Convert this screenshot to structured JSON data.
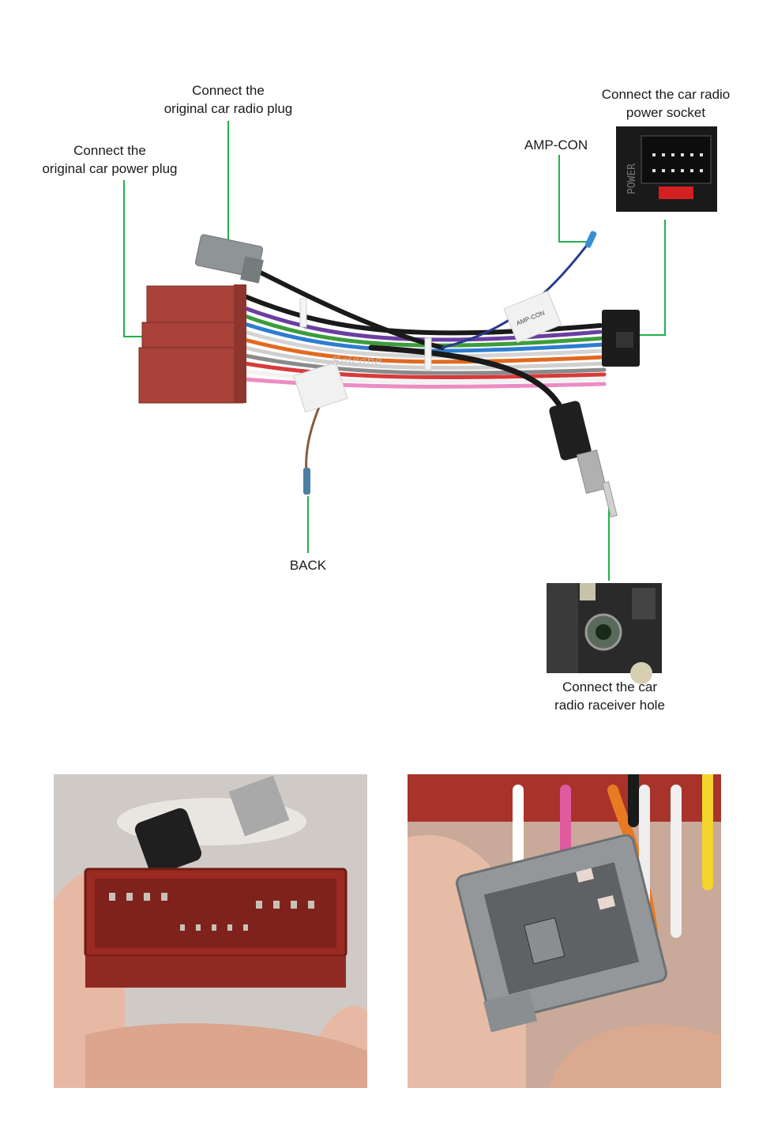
{
  "labels": {
    "radio_plug": "Connect the\noriginal car radio plug",
    "power_plug": "Connect the\noriginal car power plug",
    "amp_con": "AMP-CON",
    "power_socket": "Connect the car radio\npower socket",
    "back": "BACK",
    "receiver_hole": "Connect the  car\nradio raceiver hole"
  },
  "power_socket_imprint": "POWER",
  "watermark": "Seicane",
  "tag_amp": "AMP-CON",
  "colors": {
    "leader_line": "#22b14c",
    "connector_red": "#a8423a",
    "connector_grey": "#8f9497"
  }
}
